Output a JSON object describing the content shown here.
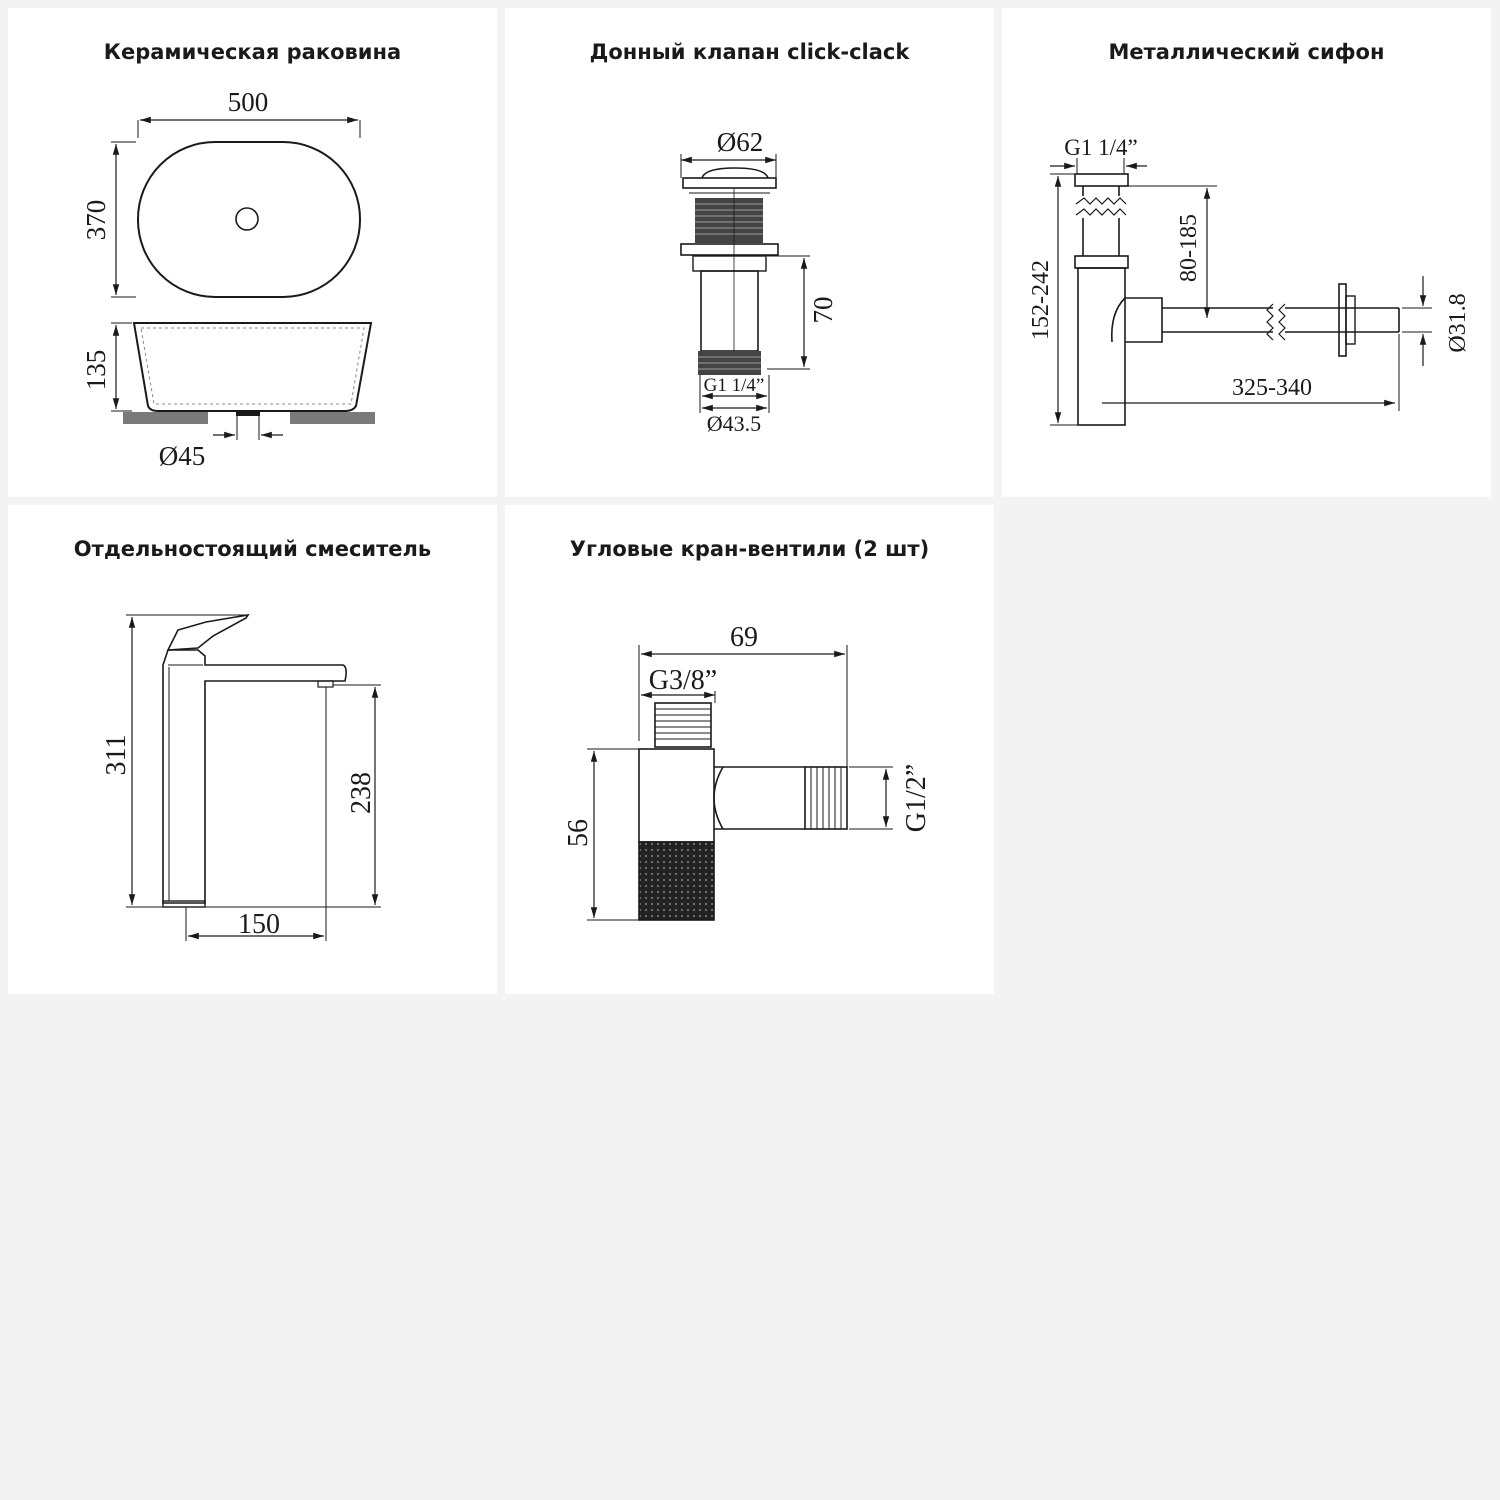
{
  "colors": {
    "background": "#f3f3f3",
    "card": "#ffffff",
    "ink": "#1a1a1a",
    "base_gray": "#7a7a7a"
  },
  "cards": [
    {
      "title": "Керамическая раковина",
      "dims": {
        "width": "500",
        "depth": "370",
        "height": "135",
        "drain": "Ø45"
      }
    },
    {
      "title": "Донный клапан click-clack",
      "dims": {
        "diameter": "Ø62",
        "height": "70",
        "thread": "G1 1/4”",
        "bottom": "Ø43.5"
      }
    },
    {
      "title": "Металлический сифон",
      "dims": {
        "thread": "G1 1/4”",
        "drop": "80-185",
        "height": "152-242",
        "pipe": "Ø31.8",
        "length": "325-340"
      }
    },
    {
      "title": "Отдельностоящий смеситель",
      "dims": {
        "height": "311",
        "spout_height": "238",
        "reach": "150"
      }
    },
    {
      "title": "Угловые кран-вентили (2 шт)",
      "dims": {
        "length": "69",
        "inlet": "G3/8”",
        "height": "56",
        "outlet": "G1/2”"
      }
    }
  ]
}
